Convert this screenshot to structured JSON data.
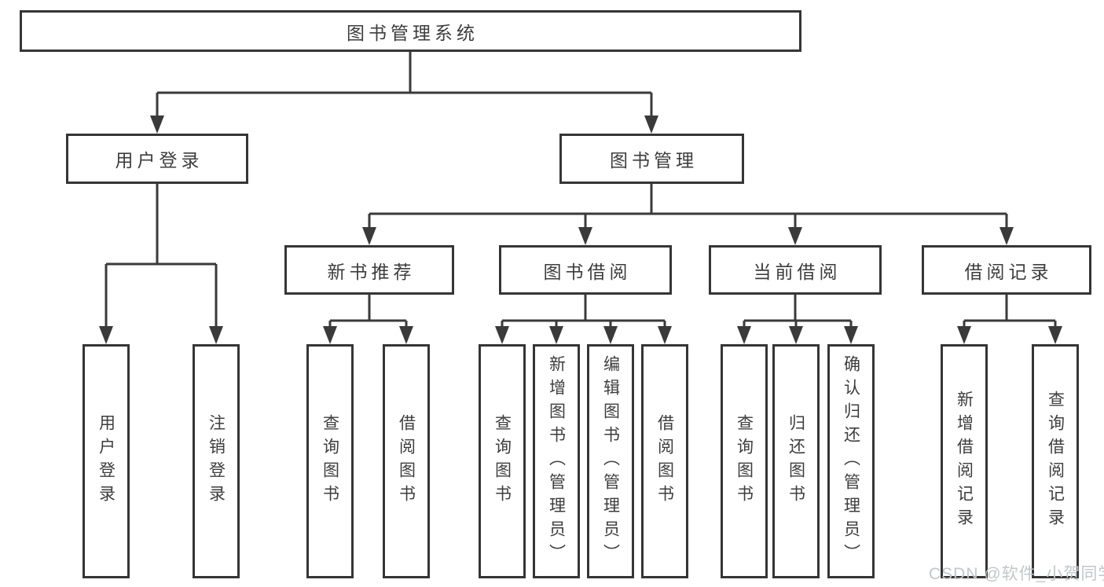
{
  "tree": {
    "root": {
      "label": "图书管理系统",
      "children": [
        {
          "label": "用户登录",
          "children": [
            {
              "label": "用户登录"
            },
            {
              "label": "注销登录"
            }
          ]
        },
        {
          "label": "图书管理",
          "children": [
            {
              "label": "新书推荐",
              "children": [
                {
                  "label": "查询图书"
                },
                {
                  "label": "借阅图书"
                }
              ]
            },
            {
              "label": "图书借阅",
              "children": [
                {
                  "label": "查询图书"
                },
                {
                  "label": "新增图书（管理员）"
                },
                {
                  "label": "编辑图书（管理员）"
                },
                {
                  "label": "借阅图书"
                }
              ]
            },
            {
              "label": "当前借阅",
              "children": [
                {
                  "label": "查询图书"
                },
                {
                  "label": "归还图书"
                },
                {
                  "label": "确认归还（管理员）"
                }
              ]
            },
            {
              "label": "借阅记录",
              "children": [
                {
                  "label": "新增借阅记录"
                },
                {
                  "label": "查询借阅记录"
                }
              ]
            }
          ]
        }
      ]
    }
  },
  "watermark": {
    "text": "CSDN @软件_小贺同学"
  },
  "colors": {
    "line": "#3a3a3a",
    "box_border": "#353535",
    "text": "#3d3d3d",
    "watermark": "#c3c6ca",
    "background": "#ffffff"
  }
}
